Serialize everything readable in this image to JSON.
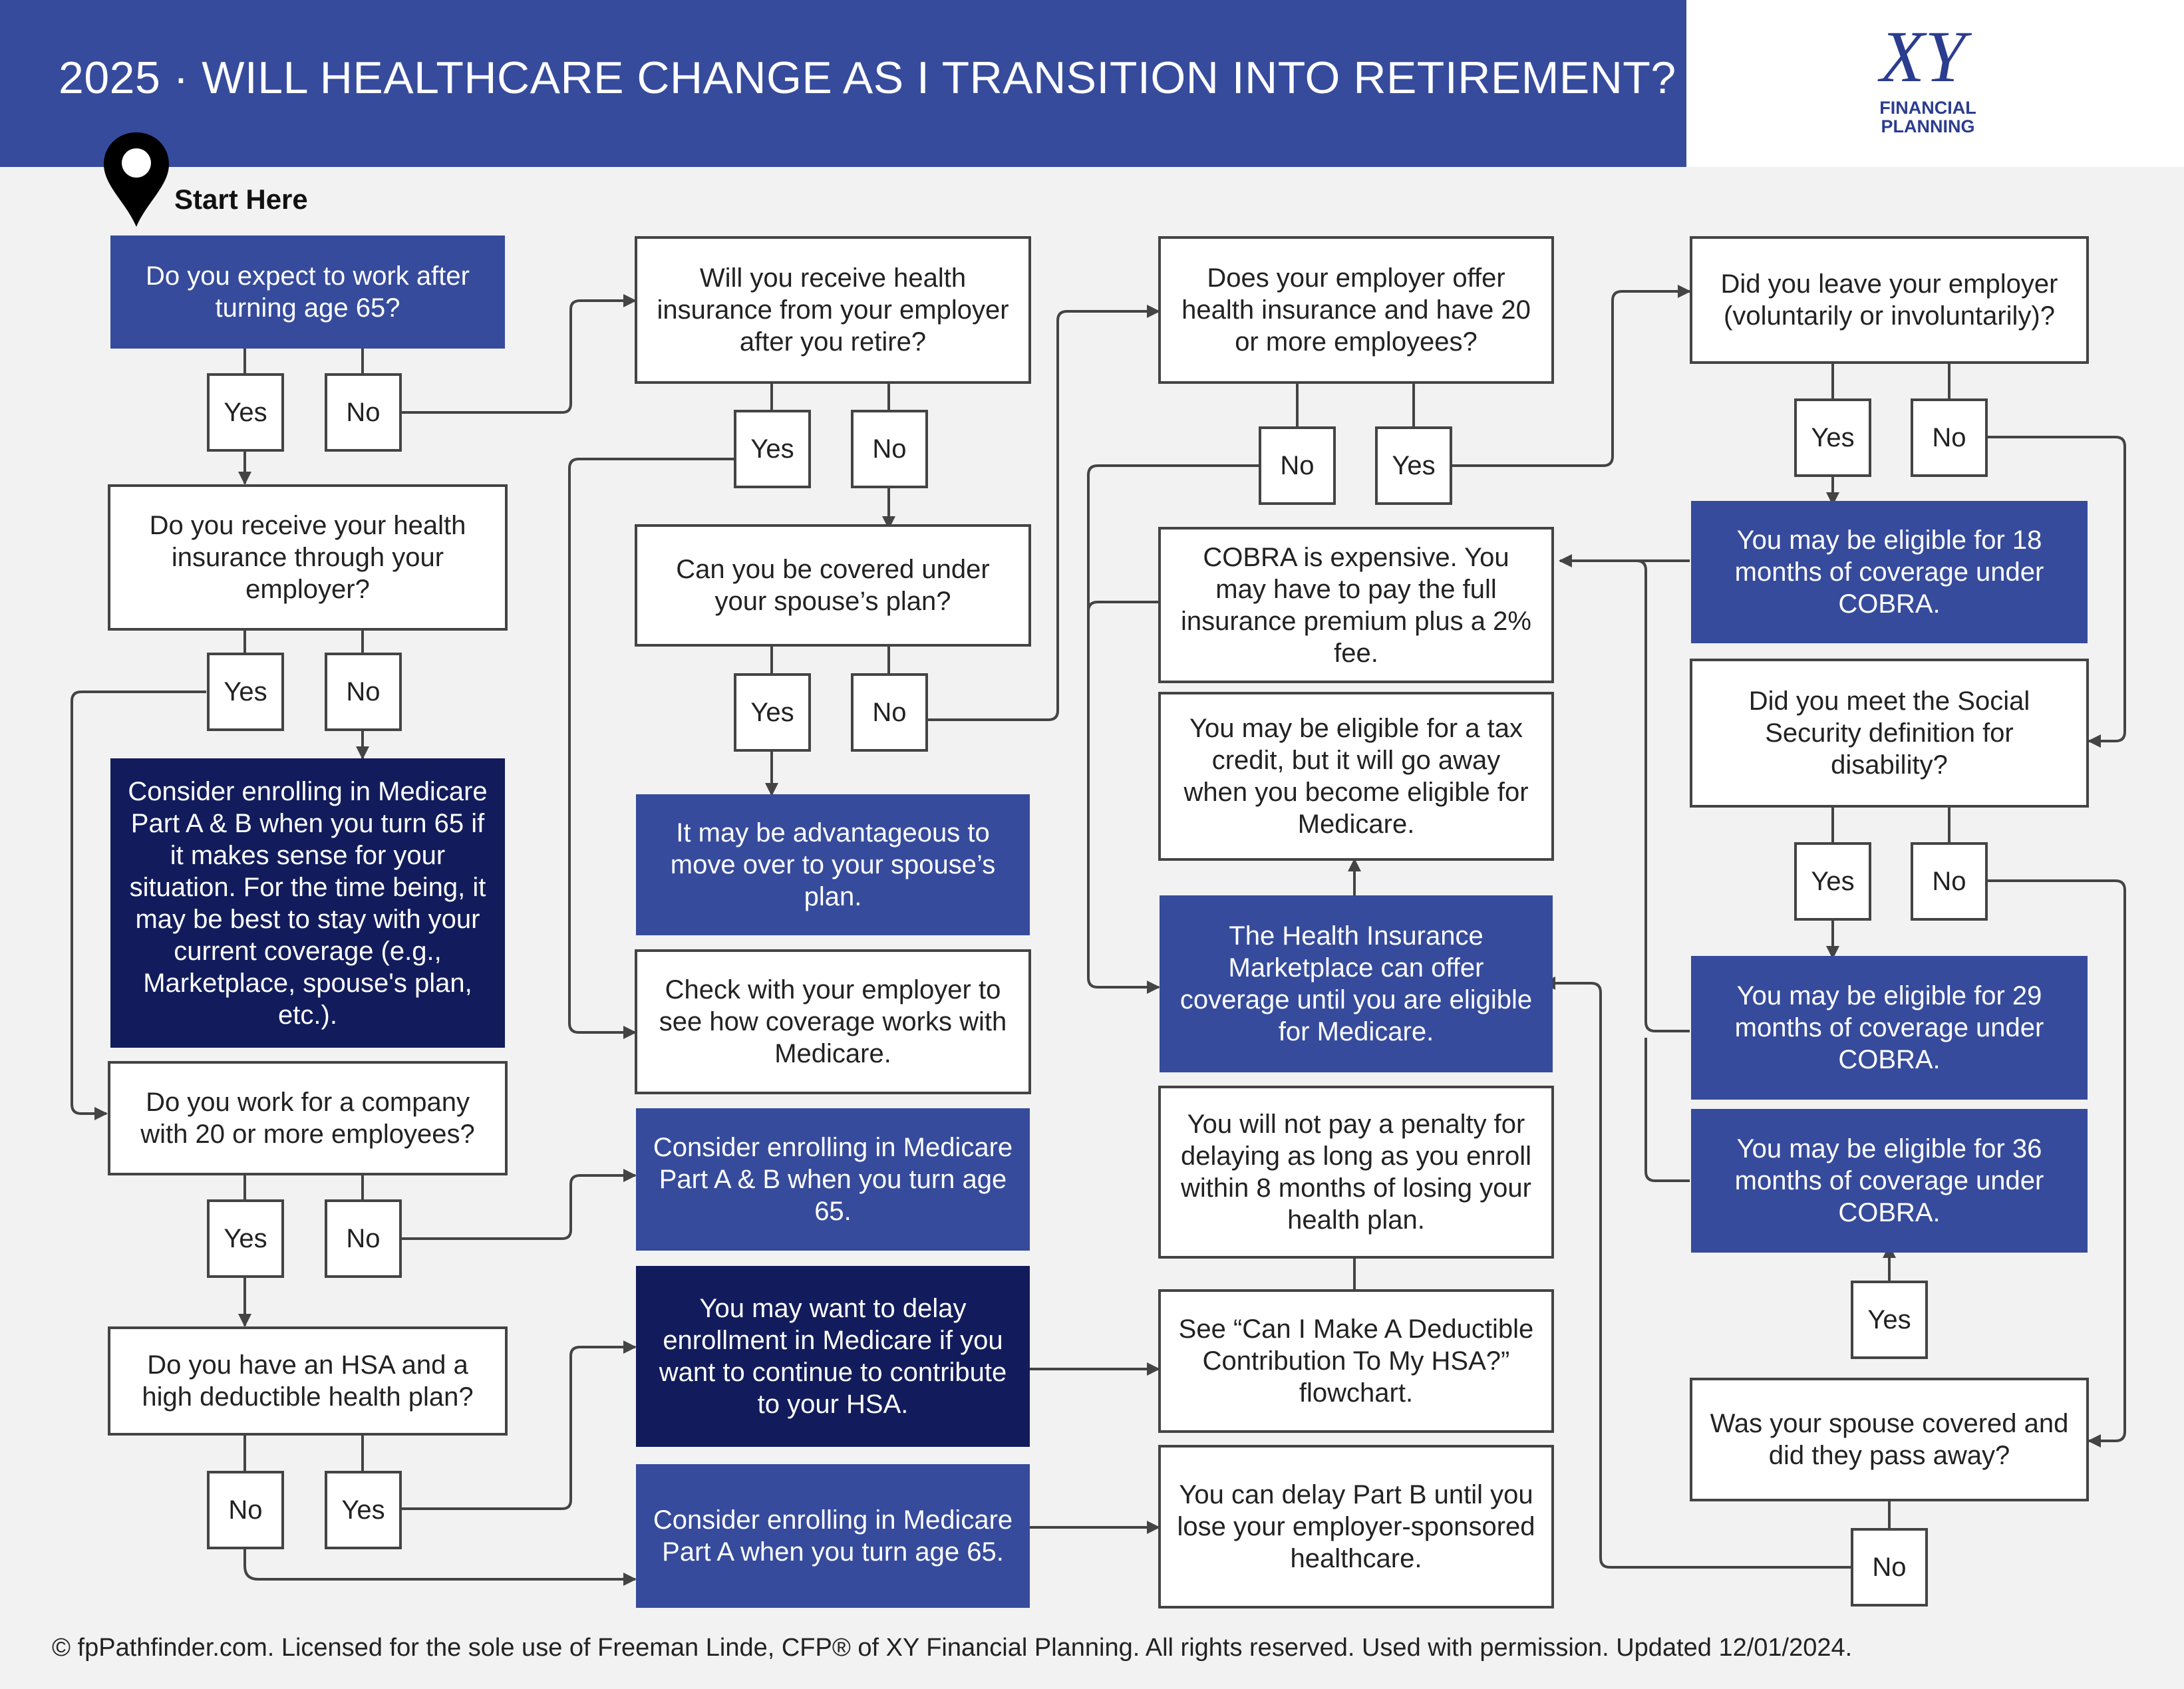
{
  "header": {
    "title": "2025 · WILL HEALTHCARE CHANGE AS I TRANSITION INTO RETIREMENT?"
  },
  "logo": {
    "mark": "XY",
    "line1": "FINANCIAL",
    "line2": "PLANNING"
  },
  "start": {
    "label": "Start Here",
    "icon": "location-pin-icon"
  },
  "colors": {
    "header": "#364b9c",
    "blue_box": "#364b9c",
    "navy_box": "#121c5c",
    "line": "#444444"
  },
  "boxes": {
    "q_work65": "Do you expect to work after turning age 65?",
    "q_employer_ins": "Do you receive your health insurance through your employer?",
    "r_consider_ab_situation": "Consider enrolling in Medicare Part A & B when you turn 65 if it makes sense for your situation. For the time being, it may be best to stay with your current coverage (e.g., Marketplace, spouse's plan, etc.).",
    "q_20employees": "Do you work for a company with 20 or more employees?",
    "q_hsa": "Do you have an HSA and a high deductible health plan?",
    "q_retiree_ins": "Will you receive health insurance from your employer after you retire?",
    "q_spouse_plan": "Can you be covered under your spouse’s plan?",
    "r_spouse_plan": "It may be advantageous to move over to your spouse’s plan.",
    "r_check_employer": "Check with your employer to see how coverage works with Medicare.",
    "r_consider_ab_65": "Consider enrolling in Medicare Part A & B when you turn age 65.",
    "r_delay_hsa": "You may want to delay enrollment in Medicare if you want to continue to contribute to your HSA.",
    "r_consider_a_65": "Consider enrolling in Medicare Part A when you turn age 65.",
    "q_employer_20": "Does your employer offer health insurance and have 20 or more employees?",
    "r_cobra_expensive": "COBRA is expensive. You may have to pay the full insurance premium plus a 2% fee.",
    "r_tax_credit": "You may be eligible for a tax credit, but it will go away when you become eligible for Medicare.",
    "r_marketplace": "The Health Insurance Marketplace can offer coverage until you are eligible for Medicare.",
    "r_no_penalty": "You will not pay a penalty for delaying as long as you enroll within 8 months of losing your health plan.",
    "r_see_flowchart": "See “Can I Make A Deductible Contribution To My HSA?” flowchart.",
    "r_delay_partb": "You can delay Part B until you lose your employer-sponsored healthcare.",
    "q_left_employer": "Did you leave your employer (voluntarily or involuntarily)?",
    "r_cobra18": "You may be eligible for 18 months of coverage under COBRA.",
    "q_disability": "Did you meet the Social Security definition for disability?",
    "r_cobra29": "You may be eligible for 29 months of coverage under COBRA.",
    "r_cobra36": "You may be eligible for 36 months of coverage under COBRA.",
    "q_spouse_passed": "Was your spouse covered and did they pass away?"
  },
  "answers": {
    "yes": "Yes",
    "no": "No"
  },
  "footer": {
    "text": "© fpPathfinder.com. Licensed for the sole use of Freeman Linde, CFP® of XY Financial Planning. All rights reserved. Used with permission. Updated 12/01/2024."
  }
}
